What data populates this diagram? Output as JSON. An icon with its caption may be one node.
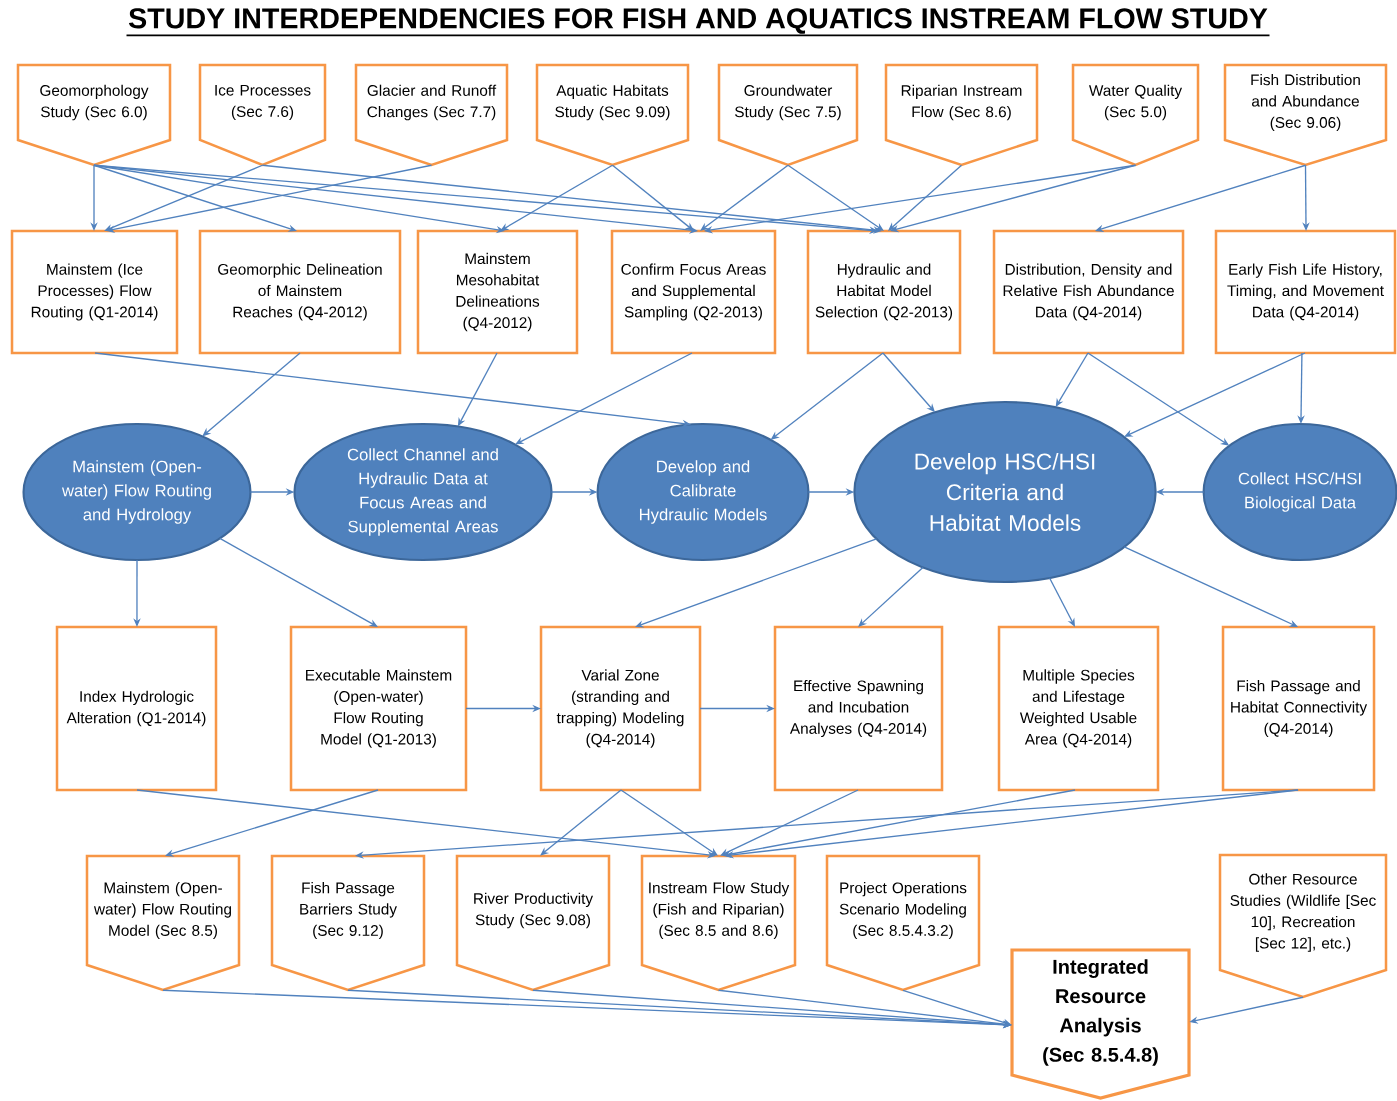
{
  "diagram": {
    "title": "STUDY INTERDEPENDENCIES FOR FISH AND AQUATICS INSTREAM FLOW STUDY",
    "nodes": [
      {
        "text": [
          "Geomorphology Study (Sec 6.0)"
        ]
      },
      {
        "text": [
          "Ice Processes (Sec 7.6)"
        ]
      },
      {
        "text": [
          "Glacier and Runoff Changes (Sec 7.7)"
        ]
      },
      {
        "text": [
          "Aquatic Habitats Study (Sec 9.09)"
        ]
      },
      {
        "text": [
          "Groundwater Study (Sec 7.5)"
        ]
      },
      {
        "text": [
          "Riparian Instream Flow (Sec 8.6)"
        ]
      },
      {
        "text": [
          "Water Quality (Sec 5.0)"
        ]
      },
      {
        "text": [
          "Fish Distribution and Abundance (Sec 9.06)"
        ]
      },
      {
        "text": [
          "Mainstem (Ice Processes) Flow Routing (Q1-2014)"
        ]
      },
      {
        "text": [
          "Geomorphic Delineation of Mainstem Reaches (Q4-2012)"
        ]
      },
      {
        "text": [
          "Mainstem Mesohabitat Delineations (Q4-2012)"
        ]
      },
      {
        "text": [
          "Confirm Focus Areas and Supplemental Sampling (Q2-2013)"
        ]
      },
      {
        "text": [
          "Hydraulic and Habitat Model Selection (Q2-2013)"
        ]
      },
      {
        "text": [
          "Distribution, Density and Relative Fish Abundance Data (Q4-2014)"
        ]
      },
      {
        "text": [
          "Early Fish Life History, Timing, and Movement Data (Q4-2014)"
        ]
      },
      {
        "text": [
          "Mainstem (Open-water) Flow Routing and Hydrology"
        ]
      },
      {
        "text": [
          "Collect Channel and Hydraulic Data at Focus Areas and Supplemental Areas"
        ]
      },
      {
        "text": [
          "Develop and Calibrate Hydraulic Models"
        ]
      },
      {
        "text": [
          "Develop HSC/HSI Criteria and Habitat Models"
        ]
      },
      {
        "text": [
          "Collect HSC/HSI Biological Data"
        ]
      },
      {
        "text": [
          "Index Hydrologic Alteration (Q1-2014)"
        ]
      },
      {
        "text": [
          "Executable Mainstem (Open-water) Flow Routing Model (Q1-2013)"
        ]
      },
      {
        "text": [
          "Varial Zone (stranding and trapping) Modeling (Q4-2014)"
        ]
      },
      {
        "text": [
          "Effective Spawning and Incubation Analyses (Q4-2014)"
        ]
      },
      {
        "text": [
          "Multiple Species and Lifestage Weighted Usable Area (Q4-2014)"
        ]
      },
      {
        "text": [
          "Fish Passage and Habitat Connectivity (Q4-2014)"
        ]
      },
      {
        "text": [
          "Mainstem (Open-water) Flow Routing Model (Sec 8.5)"
        ]
      },
      {
        "text": [
          "Fish Passage Barriers Study (Sec 9.12)"
        ]
      },
      {
        "text": [
          "River Productivity Study (Sec 9.08)"
        ]
      },
      {
        "text": [
          "Instream Flow Study (Fish and Riparian) (Sec 8.5 and 8.6)"
        ]
      },
      {
        "text": [
          "Project Operations Scenario Modeling (Sec 8.5.4.3.2)"
        ]
      },
      {
        "text": [
          "Integrated Resource Analysis (Sec 8.5.4.8)"
        ]
      },
      {
        "text": [
          "Other Resource Studies (Wildlife [Sec 10], Recreation [Sec 12], etc.)"
        ]
      }
    ],
    "edges": [
      {
        "from": 0,
        "to": 8,
        "arrow": "to"
      },
      {
        "from": 0,
        "to": 9,
        "arrow": "to"
      },
      {
        "from": 0,
        "to": 10,
        "arrow": "to"
      },
      {
        "from": 0,
        "to": 11,
        "arrow": "to"
      },
      {
        "from": 0,
        "to": 12,
        "arrow": "to"
      },
      {
        "from": 1,
        "to": 8,
        "arrow": "to"
      },
      {
        "from": 1,
        "to": 12,
        "arrow": "to"
      },
      {
        "from": 2,
        "to": 8,
        "arrow": "to"
      },
      {
        "from": 3,
        "to": 10,
        "arrow": "to"
      },
      {
        "from": 3,
        "to": 11,
        "arrow": "to"
      },
      {
        "from": 4,
        "to": 11,
        "arrow": "to"
      },
      {
        "from": 4,
        "to": 12,
        "arrow": "to"
      },
      {
        "from": 5,
        "to": 12,
        "arrow": "to"
      },
      {
        "from": 6,
        "to": 11,
        "arrow": "to"
      },
      {
        "from": 6,
        "to": 12,
        "arrow": "to"
      },
      {
        "from": 7,
        "to": 13,
        "arrow": "to"
      },
      {
        "from": 7,
        "to": 14,
        "arrow": "to"
      },
      {
        "from": 8,
        "to": 17,
        "arrow": "to"
      },
      {
        "from": 9,
        "to": 15,
        "arrow": "to"
      },
      {
        "from": 10,
        "to": 16,
        "arrow": "to"
      },
      {
        "from": 11,
        "to": 16,
        "arrow": "to"
      },
      {
        "from": 12,
        "to": 17,
        "arrow": "to"
      },
      {
        "from": 12,
        "to": 18,
        "arrow": "to"
      },
      {
        "from": 13,
        "to": 18,
        "arrow": "to"
      },
      {
        "from": 13,
        "to": 19,
        "arrow": "to"
      },
      {
        "from": 14,
        "to": 18,
        "arrow": "to"
      },
      {
        "from": 14,
        "to": 19,
        "arrow": "to"
      },
      {
        "from": 15,
        "to": 16,
        "arrow": "to"
      },
      {
        "from": 16,
        "to": 17,
        "arrow": "to"
      },
      {
        "from": 17,
        "to": 18,
        "arrow": "to"
      },
      {
        "from": 19,
        "to": 18,
        "arrow": "to"
      },
      {
        "from": 15,
        "to": 20,
        "arrow": "to"
      },
      {
        "from": 15,
        "to": 21,
        "arrow": "to"
      },
      {
        "from": 18,
        "to": 22,
        "arrow": "to"
      },
      {
        "from": 18,
        "to": 23,
        "arrow": "to"
      },
      {
        "from": 18,
        "to": 24,
        "arrow": "to"
      },
      {
        "from": 18,
        "to": 25,
        "arrow": "to"
      },
      {
        "from": 21,
        "to": 22,
        "arrow": "to"
      },
      {
        "from": 22,
        "to": 23,
        "arrow": "to"
      },
      {
        "from": 20,
        "to": 29,
        "arrow": "to"
      },
      {
        "from": 21,
        "to": 26,
        "arrow": "to"
      },
      {
        "from": 22,
        "to": 28,
        "arrow": "to"
      },
      {
        "from": 22,
        "to": 29,
        "arrow": "to"
      },
      {
        "from": 23,
        "to": 29,
        "arrow": "to"
      },
      {
        "from": 24,
        "to": 29,
        "arrow": "to"
      },
      {
        "from": 25,
        "to": 27,
        "arrow": "to"
      },
      {
        "from": 25,
        "to": 29,
        "arrow": "to"
      },
      {
        "from": 26,
        "to": 31,
        "arrow": "to"
      },
      {
        "from": 27,
        "to": 31,
        "arrow": "to"
      },
      {
        "from": 28,
        "to": 31,
        "arrow": "to"
      },
      {
        "from": 29,
        "to": 31,
        "arrow": "to"
      },
      {
        "from": 30,
        "to": 31,
        "arrow": "to"
      },
      {
        "from": 32,
        "to": 31,
        "arrow": "to"
      }
    ]
  }
}
